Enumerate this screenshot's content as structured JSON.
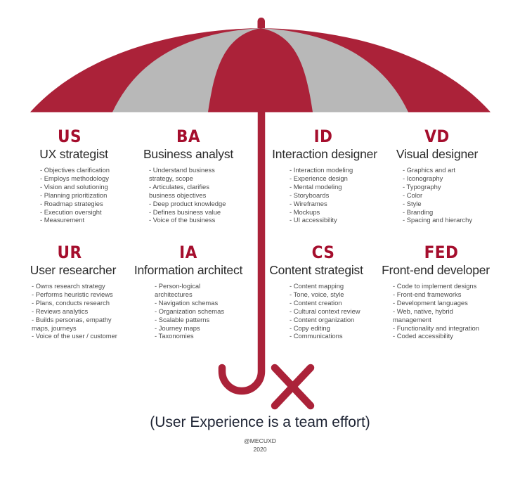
{
  "colors": {
    "canopy_red": "#ab2239",
    "canopy_gray": "#b8b8b8",
    "title_red": "#a50e2d",
    "tagline": "#1d2333"
  },
  "graphic": {
    "type": "umbrella",
    "canopy_stripes": [
      "red",
      "gray",
      "red",
      "gray",
      "red"
    ],
    "handle_letters": "Ux"
  },
  "roles": [
    {
      "abbr": "US",
      "title": "UX strategist",
      "items": [
        "- Objectives clarification",
        "- Employs methodology",
        "- Vision and solutioning",
        "- Planning prioritization",
        "- Roadmap strategies",
        "- Execution oversight",
        "- Measurement"
      ]
    },
    {
      "abbr": "BA",
      "title": "Business analyst",
      "items": [
        "- Understand business strategy, scope",
        "- Articulates, clarifies business objectives",
        "- Deep product knowledge",
        "- Defines business value",
        "- Voice of the business"
      ]
    },
    {
      "abbr": "ID",
      "title": "Interaction designer",
      "items": [
        "- Interaction modeling",
        "- Experience design",
        "- Mental modeling",
        "- Storyboards",
        "- Wireframes",
        "- Mockups",
        "- UI accessibility"
      ]
    },
    {
      "abbr": "VD",
      "title": "Visual designer",
      "items": [
        "- Graphics and art",
        "- Iconography",
        "- Typography",
        "- Color",
        "- Style",
        "- Branding",
        "- Spacing and hierarchy"
      ]
    },
    {
      "abbr": "UR",
      "title": "User researcher",
      "items": [
        "- Owns research strategy",
        "- Performs heuristic reviews",
        "- Plans, conducts research",
        "- Reviews analytics",
        "- Builds personas, empathy maps, journeys",
        "- Voice of the user / customer"
      ]
    },
    {
      "abbr": "IA",
      "title": "Information architect",
      "items": [
        "- Person-logical architectures",
        "- Navigation schemas",
        "- Organization schemas",
        "- Scalable patterns",
        "- Journey maps",
        "- Taxonomies"
      ]
    },
    {
      "abbr": "CS",
      "title": "Content strategist",
      "items": [
        "- Content mapping",
        "- Tone, voice, style",
        "- Content creation",
        "- Cultural context review",
        "- Content organization",
        "- Copy editing",
        "- Communications"
      ]
    },
    {
      "abbr": "FED",
      "title": "Front-end developer",
      "items": [
        "- Code to implement designs",
        "- Front-end frameworks",
        "- Development languages",
        "- Web, native, hybrid management",
        "- Functionality and integration",
        "- Coded accessibility"
      ]
    }
  ],
  "footer": {
    "tagline": "(User Experience is a team effort)",
    "credit": "@MECUXD",
    "year": "2020"
  }
}
